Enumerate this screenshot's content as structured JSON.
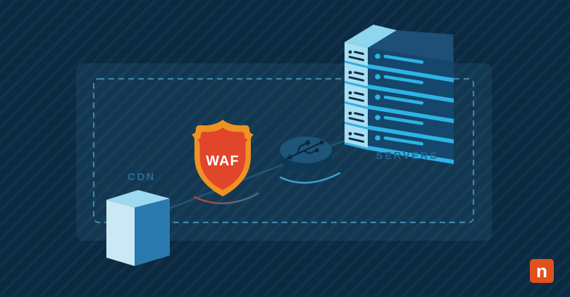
{
  "scene": {
    "background_color": "#0b2940",
    "stripe_color": "rgba(96,156,190,0.07)",
    "panel_color": "rgba(74,144,182,0.14)",
    "dashed_border_color": "#4283ab",
    "connector_color": "#26587c"
  },
  "nodes": {
    "cdn": {
      "label": "CDN",
      "label_color": "#2a6a96",
      "front_color": "#cbe9f5",
      "top_color": "#9ddaf0",
      "side_color": "#2a79ae"
    },
    "waf": {
      "label": "WAF",
      "label_color": "#ffffff",
      "outer_color": "#f09223",
      "inner_color": "#e2462a",
      "shadow_left_color": "#b34a31",
      "shadow_right_color": "#3f6f8f"
    },
    "hub": {
      "icon": "usb-icon",
      "top_color": "#1d5478",
      "side_color": "#0f3854",
      "icon_color": "#0a2740",
      "glow_color": "#3fa0cf"
    },
    "servers": {
      "label": "SERVERS",
      "label_color": "#236592",
      "unit_count": 5,
      "left_face_color": "#a9dff2",
      "front_face_color": "#15466b",
      "top_face_color": "#1d4f77",
      "top_left_color": "#8ed5ee",
      "accent_color": "#2eb3e6",
      "detail_color": "#0d2d45"
    }
  },
  "branding": {
    "logo_text": "n",
    "logo_color": "#e0511d",
    "logo_text_color": "#ffffff"
  }
}
